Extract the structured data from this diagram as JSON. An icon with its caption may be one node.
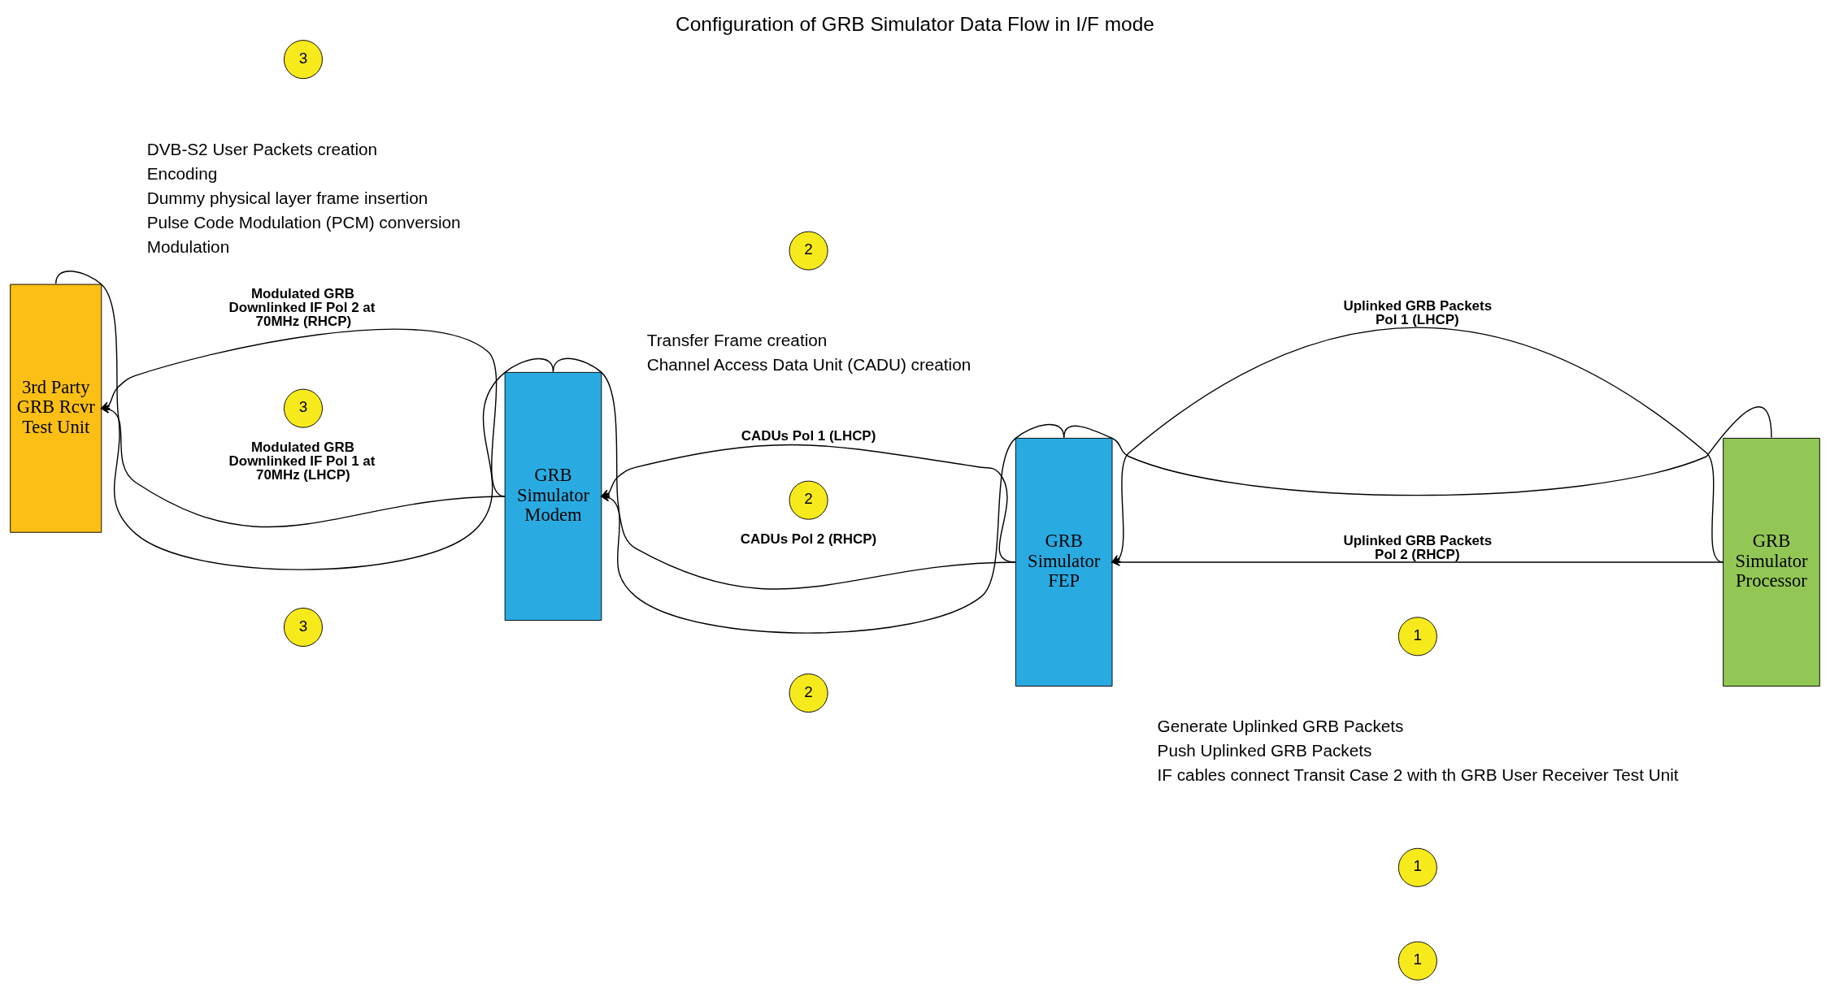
{
  "diagram": {
    "title": "Configuration of GRB Simulator Data Flow in I/F mode",
    "nodes": [
      {
        "text": [
          "3"
        ],
        "beside": [
          "DVB-S2 User Packets creation",
          "Encoding",
          "Dummy physical layer frame insertion",
          "Pulse Code Modulation (PCM) conversion",
          "Modulation"
        ]
      },
      {
        "text": [
          "2"
        ],
        "beside": [
          "Transfer Frame creation",
          "Channel Access Data Unit (CADU) creation"
        ]
      },
      {
        "text": [
          "1"
        ],
        "beside": [
          "Generate Uplinked GRB Packets",
          "Push Uplinked GRB Packets",
          "IF cables connect Transit Case 2 with th GRB User Receiver Test Unit"
        ]
      },
      {
        "text": [
          "3rd Party GRB Rcvr Test Unit"
        ]
      },
      {
        "text": [
          "3"
        ]
      },
      {
        "text": [
          "GRB Simulator Modem"
        ]
      },
      {
        "text": [
          "2"
        ]
      },
      {
        "text": [
          "GRB Simulator FEP"
        ]
      },
      {
        "text": [
          "1"
        ]
      },
      {
        "text": [
          "GRB Simulator Processor"
        ]
      },
      {
        "text": [
          "3"
        ]
      },
      {
        "text": [
          "2"
        ]
      },
      {
        "text": [
          "1"
        ]
      }
    ],
    "edges": [
      {
        "from": 9,
        "to": 7,
        "arrow": "to",
        "label": "Uplinked GRB Packets Pol 1 (LHCP)"
      },
      {
        "from": 9,
        "to": 7,
        "arrow": "to",
        "label": "Uplinked GRB Packets Pol 2 (RHCP)"
      },
      {
        "from": 7,
        "to": 5,
        "arrow": "to",
        "label": "CADUs Pol 1 (LHCP)"
      },
      {
        "from": 7,
        "to": 5,
        "arrow": "to",
        "label": "CADUs Pol 2 (RHCP)"
      },
      {
        "from": 5,
        "to": 3,
        "arrow": "to",
        "label": "Modulated GRB Downlinked IF Pol 1 at 70MHz (LHCP)"
      },
      {
        "from": 5,
        "to": 3,
        "arrow": "to",
        "label": "Modulated GRB Downlinked IF Pol 2 at 70MHz (RHCP)"
      },
      {
        "from": 3,
        "to": 5,
        "arrow": "none"
      },
      {
        "from": 5,
        "to": 7,
        "arrow": "none"
      },
      {
        "from": 7,
        "to": 9,
        "arrow": "none"
      }
    ]
  }
}
